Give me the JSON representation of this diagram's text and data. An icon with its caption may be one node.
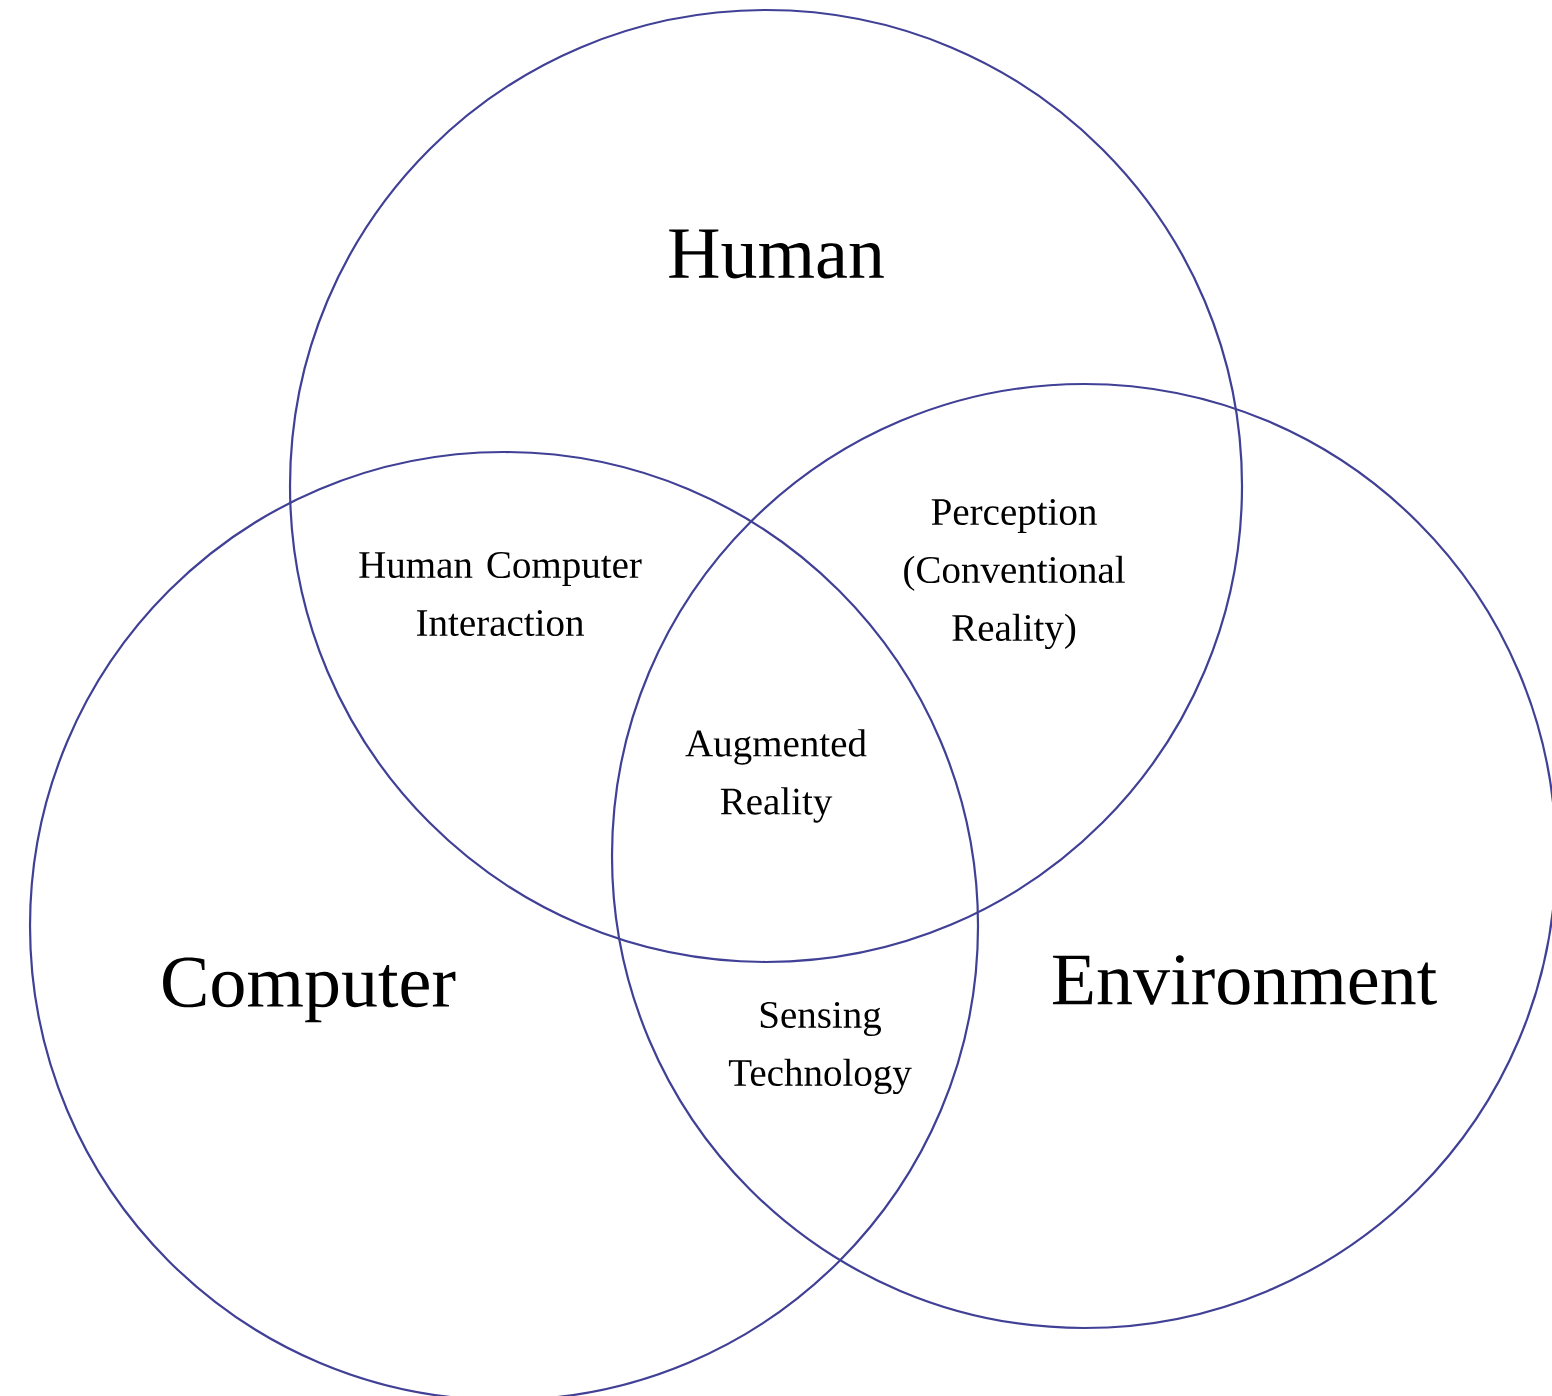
{
  "diagram": {
    "nodes": [
      {
        "text": [
          "Human"
        ]
      },
      {
        "text": [
          "Computer"
        ]
      },
      {
        "text": [
          "Environment"
        ]
      }
    ],
    "labels": [
      "Human Computer Interaction",
      "Perception (Conventional Reality)",
      "Augmented Reality",
      "Sensing Technology"
    ]
  }
}
